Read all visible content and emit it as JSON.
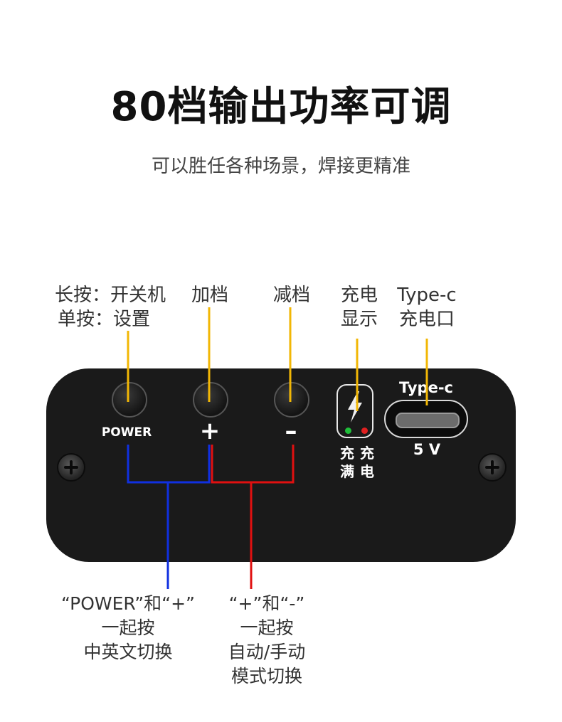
{
  "header": {
    "title": "80档输出功率可调",
    "subtitle": "可以胜任各种场景，焊接更精准"
  },
  "callouts": {
    "power": {
      "line1": "长按：开关机",
      "line2": "单按：设置"
    },
    "plus": {
      "line1": "加档"
    },
    "minus": {
      "line1": "减档"
    },
    "charge_indicator": {
      "line1": "充电",
      "line2": "显示"
    },
    "typec_port": {
      "line1": "Type-c",
      "line2": "充电口"
    }
  },
  "panel": {
    "power_label": "POWER",
    "plus_label": "+",
    "minus_label": "–",
    "typec_label": "Type-c",
    "voltage_label": "5 V",
    "indicator_full": {
      "line1": "充",
      "line2": "满"
    },
    "indicator_charging": {
      "line1": "充",
      "line2": "电"
    },
    "led_full_color": "#1fbf3a",
    "led_charging_color": "#e02020"
  },
  "combos": {
    "language_switch": {
      "line1": "“POWER”和“+”",
      "line2": "一起按",
      "line3": "中英文切换",
      "color": "#1030e0"
    },
    "mode_switch": {
      "line1": "“+”和“-”",
      "line2": "一起按",
      "line3": "自动/手动",
      "line4": "模式切换",
      "color": "#e01010"
    }
  },
  "leader_color": "#f2b705"
}
